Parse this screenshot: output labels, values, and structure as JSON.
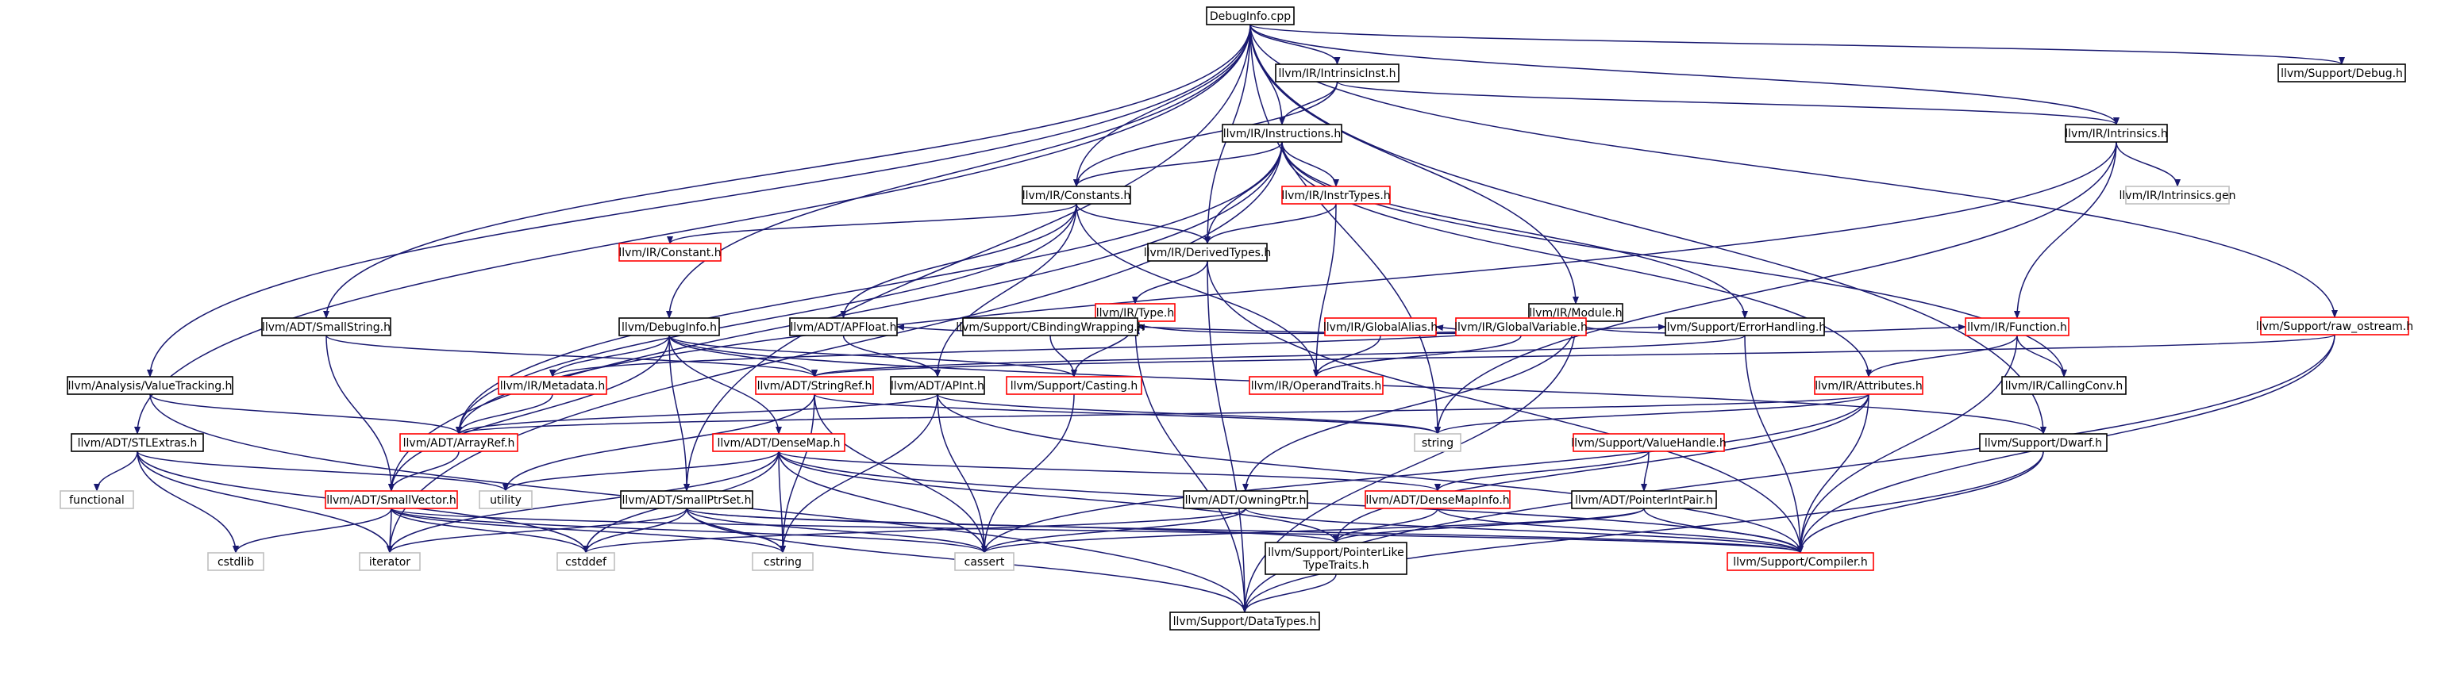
{
  "colors": {
    "edge": "#191970",
    "node_default": "#000000",
    "node_external": "#bfbfbf",
    "node_truncated": "#ff0000",
    "node_root_fill": "#bfbfbf"
  },
  "nodes": [
    {
      "id": "debuginfo_cpp",
      "label": "DebugInfo.cpp",
      "kind": "root"
    },
    {
      "id": "intrinsicinst",
      "label": "llvm/IR/IntrinsicInst.h",
      "kind": "default"
    },
    {
      "id": "support_debug",
      "label": "llvm/Support/Debug.h",
      "kind": "default"
    },
    {
      "id": "instructions",
      "label": "llvm/IR/Instructions.h",
      "kind": "default"
    },
    {
      "id": "intrinsics",
      "label": "llvm/IR/Intrinsics.h",
      "kind": "default"
    },
    {
      "id": "constants",
      "label": "llvm/IR/Constants.h",
      "kind": "default"
    },
    {
      "id": "instrtypes",
      "label": "llvm/IR/InstrTypes.h",
      "kind": "truncated"
    },
    {
      "id": "intrinsics_gen",
      "label": "llvm/IR/Intrinsics.gen",
      "kind": "external"
    },
    {
      "id": "constant",
      "label": "llvm/IR/Constant.h",
      "kind": "truncated"
    },
    {
      "id": "derivedtypes",
      "label": "llvm/IR/DerivedTypes.h",
      "kind": "default"
    },
    {
      "id": "type",
      "label": "llvm/IR/Type.h",
      "kind": "truncated"
    },
    {
      "id": "module",
      "label": "llvm/IR/Module.h",
      "kind": "default"
    },
    {
      "id": "raw_ostream",
      "label": "llvm/Support/raw_ostream.h",
      "kind": "truncated"
    },
    {
      "id": "smallstring",
      "label": "llvm/ADT/SmallString.h",
      "kind": "default"
    },
    {
      "id": "debuginfo_h",
      "label": "llvm/DebugInfo.h",
      "kind": "default"
    },
    {
      "id": "apfloat",
      "label": "llvm/ADT/APFloat.h",
      "kind": "default"
    },
    {
      "id": "cbinding",
      "label": "llvm/Support/CBindingWrapping.h",
      "kind": "default"
    },
    {
      "id": "globalalias",
      "label": "llvm/IR/GlobalAlias.h",
      "kind": "truncated"
    },
    {
      "id": "globalvariable",
      "label": "llvm/IR/GlobalVariable.h",
      "kind": "truncated"
    },
    {
      "id": "errorhandling",
      "label": "llvm/Support/ErrorHandling.h",
      "kind": "default"
    },
    {
      "id": "function",
      "label": "llvm/IR/Function.h",
      "kind": "truncated"
    },
    {
      "id": "valuetracking",
      "label": "llvm/Analysis/ValueTracking.h",
      "kind": "default"
    },
    {
      "id": "metadata",
      "label": "llvm/IR/Metadata.h",
      "kind": "truncated"
    },
    {
      "id": "stringref",
      "label": "llvm/ADT/StringRef.h",
      "kind": "truncated"
    },
    {
      "id": "apint",
      "label": "llvm/ADT/APInt.h",
      "kind": "default"
    },
    {
      "id": "casting",
      "label": "llvm/Support/Casting.h",
      "kind": "truncated"
    },
    {
      "id": "operandtraits",
      "label": "llvm/IR/OperandTraits.h",
      "kind": "truncated"
    },
    {
      "id": "attributes",
      "label": "llvm/IR/Attributes.h",
      "kind": "truncated"
    },
    {
      "id": "callingconv",
      "label": "llvm/IR/CallingConv.h",
      "kind": "default"
    },
    {
      "id": "stlextras",
      "label": "llvm/ADT/STLExtras.h",
      "kind": "default"
    },
    {
      "id": "arrayref",
      "label": "llvm/ADT/ArrayRef.h",
      "kind": "truncated"
    },
    {
      "id": "densemap",
      "label": "llvm/ADT/DenseMap.h",
      "kind": "truncated"
    },
    {
      "id": "string",
      "label": "string",
      "kind": "external"
    },
    {
      "id": "dwarf",
      "label": "llvm/Support/Dwarf.h",
      "kind": "default"
    },
    {
      "id": "valuehandle",
      "label": "llvm/Support/ValueHandle.h",
      "kind": "truncated"
    },
    {
      "id": "functional",
      "label": "functional",
      "kind": "external"
    },
    {
      "id": "smallvector",
      "label": "llvm/ADT/SmallVector.h",
      "kind": "truncated"
    },
    {
      "id": "utility",
      "label": "utility",
      "kind": "external"
    },
    {
      "id": "smallptrset",
      "label": "llvm/ADT/SmallPtrSet.h",
      "kind": "default"
    },
    {
      "id": "owningptr",
      "label": "llvm/ADT/OwningPtr.h",
      "kind": "default"
    },
    {
      "id": "densemapinfo",
      "label": "llvm/ADT/DenseMapInfo.h",
      "kind": "truncated"
    },
    {
      "id": "pointerintpair",
      "label": "llvm/ADT/PointerIntPair.h",
      "kind": "default"
    },
    {
      "id": "cstdlib",
      "label": "cstdlib",
      "kind": "external"
    },
    {
      "id": "iterator",
      "label": "iterator",
      "kind": "external"
    },
    {
      "id": "cstddef",
      "label": "cstddef",
      "kind": "external"
    },
    {
      "id": "cstring",
      "label": "cstring",
      "kind": "external"
    },
    {
      "id": "cassert",
      "label": "cassert",
      "kind": "external"
    },
    {
      "id": "pointerlike",
      "label": "llvm/Support/PointerLike\nTypeTraits.h",
      "kind": "default"
    },
    {
      "id": "compiler",
      "label": "llvm/Support/Compiler.h",
      "kind": "truncated"
    },
    {
      "id": "datatypes",
      "label": "llvm/Support/DataTypes.h",
      "kind": "default"
    }
  ],
  "edges": [
    [
      "debuginfo_cpp",
      "intrinsicinst"
    ],
    [
      "debuginfo_cpp",
      "support_debug"
    ],
    [
      "debuginfo_cpp",
      "instructions"
    ],
    [
      "debuginfo_cpp",
      "intrinsics"
    ],
    [
      "debuginfo_cpp",
      "constants"
    ],
    [
      "debuginfo_cpp",
      "derivedtypes"
    ],
    [
      "debuginfo_cpp",
      "module"
    ],
    [
      "debuginfo_cpp",
      "raw_ostream"
    ],
    [
      "debuginfo_cpp",
      "smallstring"
    ],
    [
      "debuginfo_cpp",
      "debuginfo_h"
    ],
    [
      "debuginfo_cpp",
      "valuetracking"
    ],
    [
      "debuginfo_cpp",
      "stlextras"
    ],
    [
      "debuginfo_cpp",
      "dwarf"
    ],
    [
      "debuginfo_cpp",
      "string"
    ],
    [
      "debuginfo_cpp",
      "smallptrset"
    ],
    [
      "intrinsicinst",
      "instructions"
    ],
    [
      "intrinsicinst",
      "intrinsics"
    ],
    [
      "intrinsicinst",
      "constants"
    ],
    [
      "instructions",
      "constants"
    ],
    [
      "instructions",
      "instrtypes"
    ],
    [
      "instructions",
      "derivedtypes"
    ],
    [
      "instructions",
      "arrayref"
    ],
    [
      "instructions",
      "smallvector"
    ],
    [
      "instructions",
      "iterator"
    ],
    [
      "instructions",
      "attributes"
    ],
    [
      "instructions",
      "callingconv"
    ],
    [
      "instructions",
      "errorhandling"
    ],
    [
      "intrinsics",
      "intrinsics_gen"
    ],
    [
      "intrinsics",
      "arrayref"
    ],
    [
      "intrinsics",
      "function"
    ],
    [
      "intrinsics",
      "string"
    ],
    [
      "constants",
      "constant"
    ],
    [
      "constants",
      "derivedtypes"
    ],
    [
      "constants",
      "apfloat"
    ],
    [
      "constants",
      "apint"
    ],
    [
      "constants",
      "operandtraits"
    ],
    [
      "constants",
      "arrayref"
    ],
    [
      "instrtypes",
      "derivedtypes"
    ],
    [
      "instrtypes",
      "operandtraits"
    ],
    [
      "derivedtypes",
      "type"
    ],
    [
      "derivedtypes",
      "compiler"
    ],
    [
      "derivedtypes",
      "datatypes"
    ],
    [
      "type",
      "apfloat"
    ],
    [
      "type",
      "cbinding"
    ],
    [
      "type",
      "casting"
    ],
    [
      "type",
      "errorhandling"
    ],
    [
      "type",
      "datatypes"
    ],
    [
      "module",
      "metadata"
    ],
    [
      "module",
      "cbinding"
    ],
    [
      "module",
      "globalalias"
    ],
    [
      "module",
      "globalvariable"
    ],
    [
      "module",
      "function"
    ],
    [
      "module",
      "owningptr"
    ],
    [
      "module",
      "datatypes"
    ],
    [
      "raw_ostream",
      "stringref"
    ],
    [
      "raw_ostream",
      "compiler"
    ],
    [
      "raw_ostream",
      "datatypes"
    ],
    [
      "smallstring",
      "stringref"
    ],
    [
      "smallstring",
      "smallvector"
    ],
    [
      "debuginfo_h",
      "metadata"
    ],
    [
      "debuginfo_h",
      "stringref"
    ],
    [
      "debuginfo_h",
      "densemap"
    ],
    [
      "debuginfo_h",
      "smallvector"
    ],
    [
      "debuginfo_h",
      "smallptrset"
    ],
    [
      "debuginfo_h",
      "dwarf"
    ],
    [
      "debuginfo_h",
      "casting"
    ],
    [
      "apfloat",
      "apint"
    ],
    [
      "cbinding",
      "casting"
    ],
    [
      "globalalias",
      "operandtraits"
    ],
    [
      "globalvariable",
      "operandtraits"
    ],
    [
      "errorhandling",
      "stringref"
    ],
    [
      "errorhandling",
      "compiler"
    ],
    [
      "function",
      "attributes"
    ],
    [
      "function",
      "callingconv"
    ],
    [
      "function",
      "compiler"
    ],
    [
      "valuetracking",
      "arrayref"
    ],
    [
      "valuetracking",
      "datatypes"
    ],
    [
      "metadata",
      "arrayref"
    ],
    [
      "stringref",
      "string"
    ],
    [
      "stringref",
      "utility"
    ],
    [
      "stringref",
      "cassert"
    ],
    [
      "stringref",
      "cstring"
    ],
    [
      "apint",
      "arrayref"
    ],
    [
      "apint",
      "cassert"
    ],
    [
      "apint",
      "string"
    ],
    [
      "apint",
      "cstring"
    ],
    [
      "apint",
      "compiler"
    ],
    [
      "casting",
      "cassert"
    ],
    [
      "attributes",
      "arrayref"
    ],
    [
      "attributes",
      "string"
    ],
    [
      "attributes",
      "cassert"
    ],
    [
      "attributes",
      "pointerlike"
    ],
    [
      "attributes",
      "compiler"
    ],
    [
      "stlextras",
      "functional"
    ],
    [
      "stlextras",
      "utility"
    ],
    [
      "stlextras",
      "cstdlib"
    ],
    [
      "stlextras",
      "iterator"
    ],
    [
      "stlextras",
      "cstddef"
    ],
    [
      "arrayref",
      "smallvector"
    ],
    [
      "densemap",
      "densemapinfo"
    ],
    [
      "densemap",
      "utility"
    ],
    [
      "densemap",
      "iterator"
    ],
    [
      "densemap",
      "cstddef"
    ],
    [
      "densemap",
      "cstring"
    ],
    [
      "densemap",
      "cassert"
    ],
    [
      "densemap",
      "pointerlike"
    ],
    [
      "densemap",
      "compiler"
    ],
    [
      "dwarf",
      "compiler"
    ],
    [
      "dwarf",
      "datatypes"
    ],
    [
      "valuehandle",
      "densemapinfo"
    ],
    [
      "valuehandle",
      "pointerintpair"
    ],
    [
      "smallvector",
      "cstdlib"
    ],
    [
      "smallvector",
      "iterator"
    ],
    [
      "smallvector",
      "cstddef"
    ],
    [
      "smallvector",
      "cstring"
    ],
    [
      "smallvector",
      "cassert"
    ],
    [
      "smallvector",
      "compiler"
    ],
    [
      "smallptrset",
      "iterator"
    ],
    [
      "smallptrset",
      "cstddef"
    ],
    [
      "smallptrset",
      "cstring"
    ],
    [
      "smallptrset",
      "cassert"
    ],
    [
      "smallptrset",
      "compiler"
    ],
    [
      "smallptrset",
      "datatypes"
    ],
    [
      "smallptrset",
      "pointerlike"
    ],
    [
      "owningptr",
      "cassert"
    ],
    [
      "owningptr",
      "cstddef"
    ],
    [
      "owningptr",
      "compiler"
    ],
    [
      "densemapinfo",
      "pointerlike"
    ],
    [
      "densemapinfo",
      "compiler"
    ],
    [
      "pointerintpair",
      "pointerlike"
    ],
    [
      "pointerintpair",
      "cassert"
    ],
    [
      "pointerintpair",
      "compiler"
    ],
    [
      "pointerlike",
      "datatypes"
    ]
  ]
}
